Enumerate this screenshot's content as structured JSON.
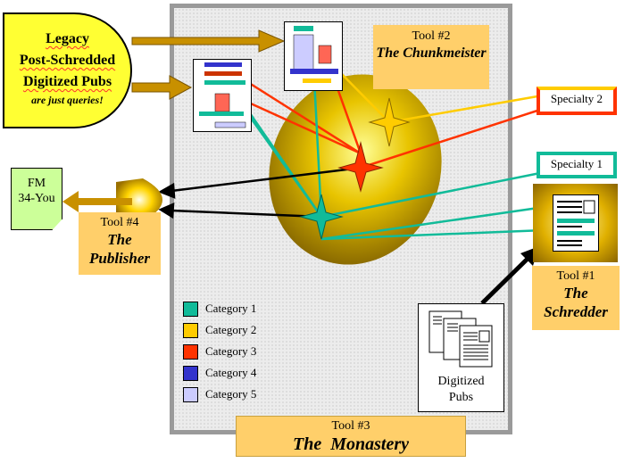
{
  "legacy": {
    "line1": "Legacy",
    "line2": "Post-Schredded",
    "line3": "Digitized Pubs",
    "note": "are just queries!"
  },
  "tools": {
    "chunkmeister": {
      "number": "Tool #2",
      "name": "The Chunkmeister"
    },
    "publisher": {
      "number": "Tool #4",
      "name_line1": "The",
      "name_line2": "Publisher"
    },
    "schredder": {
      "number": "Tool #1",
      "name_line1": "The",
      "name_line2": "Schredder"
    },
    "monastery": {
      "number": "Tool #3",
      "name": "The  Monastery"
    }
  },
  "specialties": {
    "s2": {
      "label": "Specialty 2",
      "color": "#ff3300",
      "border": "#ffcc00"
    },
    "s1": {
      "label": "Specialty 1",
      "color": "#11bb99"
    }
  },
  "fm": {
    "line1": "FM",
    "line2": "34-You"
  },
  "digitized": {
    "line1": "Digitized",
    "line2": "Pubs"
  },
  "legend": [
    {
      "label": "Category 1",
      "color": "#11bb99"
    },
    {
      "label": "Category 2",
      "color": "#ffcc00"
    },
    {
      "label": "Category 3",
      "color": "#ff3300"
    },
    {
      "label": "Category 4",
      "color": "#3333cc"
    },
    {
      "label": "Category 5",
      "color": "#ccccff"
    }
  ]
}
